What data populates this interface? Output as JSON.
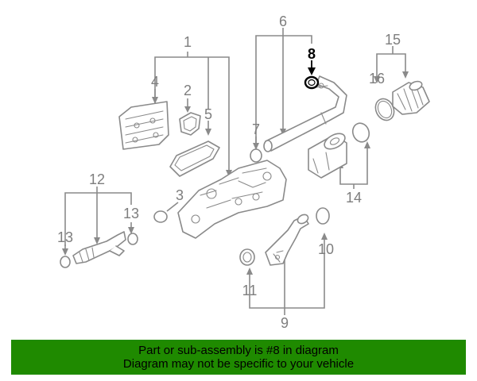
{
  "diagram": {
    "highlight_part": "8",
    "callouts": {
      "c1": "1",
      "c2": "2",
      "c3": "3",
      "c4": "4",
      "c5": "5",
      "c6": "6",
      "c7": "7",
      "c8": "8",
      "c9": "9",
      "c10": "10",
      "c11": "11",
      "c12": "12",
      "c13a": "13",
      "c13b": "13",
      "c14": "14",
      "c15": "15",
      "c16": "16"
    }
  },
  "banner": {
    "line1": "Part or sub-assembly is #8 in diagram",
    "line2": "Diagram may not be specific to your vehicle"
  },
  "colors": {
    "line": "#8a8a8a",
    "highlight": "#000000",
    "banner_bg": "#1f8a00"
  }
}
